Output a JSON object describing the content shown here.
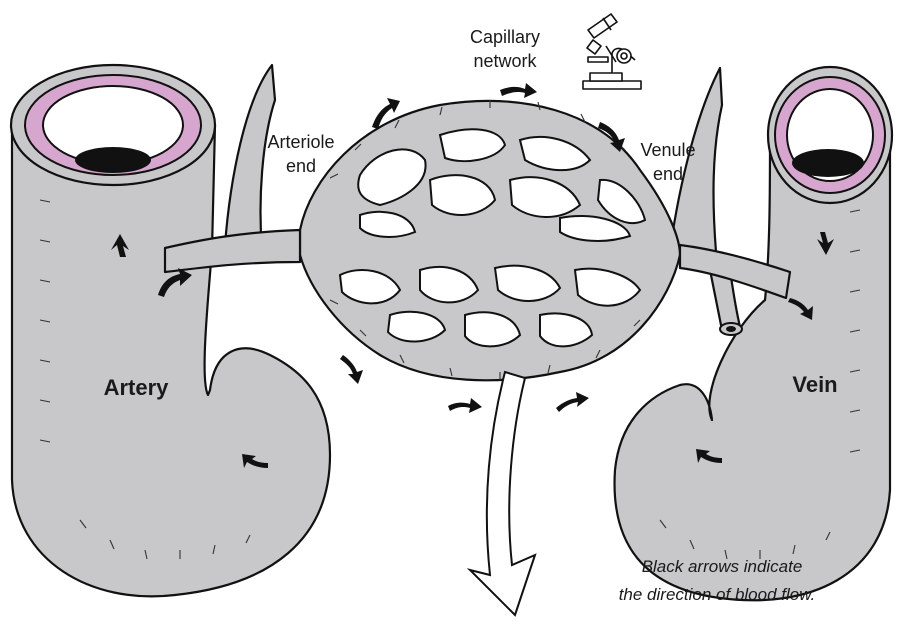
{
  "labels": {
    "capillary_network": [
      "Capillary",
      "network"
    ],
    "arteriole_end": [
      "Arteriole",
      "end"
    ],
    "venule_end": [
      "Venule",
      "end"
    ],
    "artery": "Artery",
    "vein": "Vein",
    "note": [
      "Black arrows indicate",
      "the direction of blood flow."
    ]
  },
  "icons": [
    "microscope-icon"
  ],
  "colors": {
    "vessel_fill": "#c8c8ca",
    "vessel_wall": "#d7a6cf",
    "outline": "#111111"
  }
}
